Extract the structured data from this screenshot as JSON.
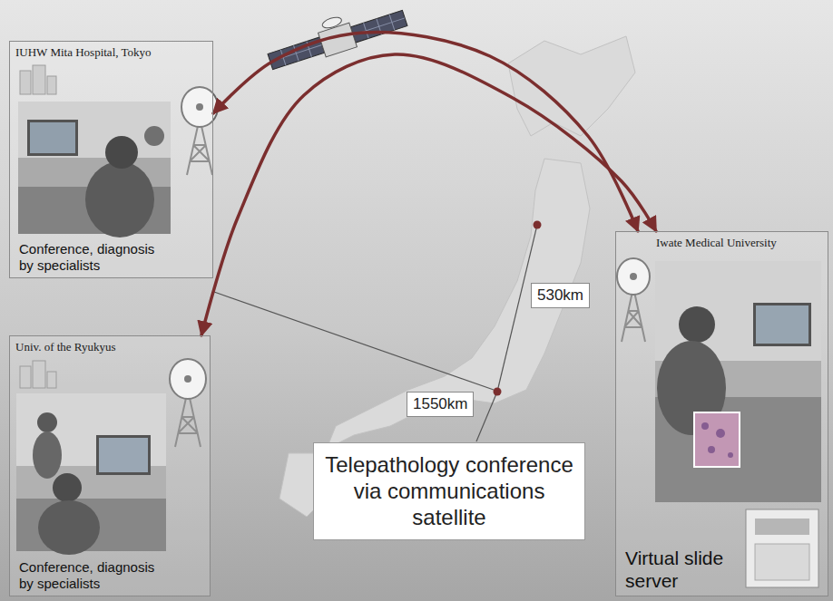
{
  "diagram": {
    "title": "Telepathology conference via communications satellite",
    "nodes": [
      {
        "text": [
          "IUHW Mita Hospital, Tokyo",
          "Conference, diagnosis by specialists"
        ]
      },
      {
        "text": [
          "Iwate Medical University",
          "Virtual slide server"
        ]
      },
      {
        "text": [
          "Univ. of the Ryukyus",
          "Conference, diagnosis by specialists"
        ]
      }
    ],
    "edges": [
      {
        "from": 0,
        "to": 1,
        "arrow": "both"
      },
      {
        "from": 2,
        "to": 1,
        "arrow": "both"
      }
    ],
    "labels": [
      "530km",
      "1550km"
    ]
  }
}
